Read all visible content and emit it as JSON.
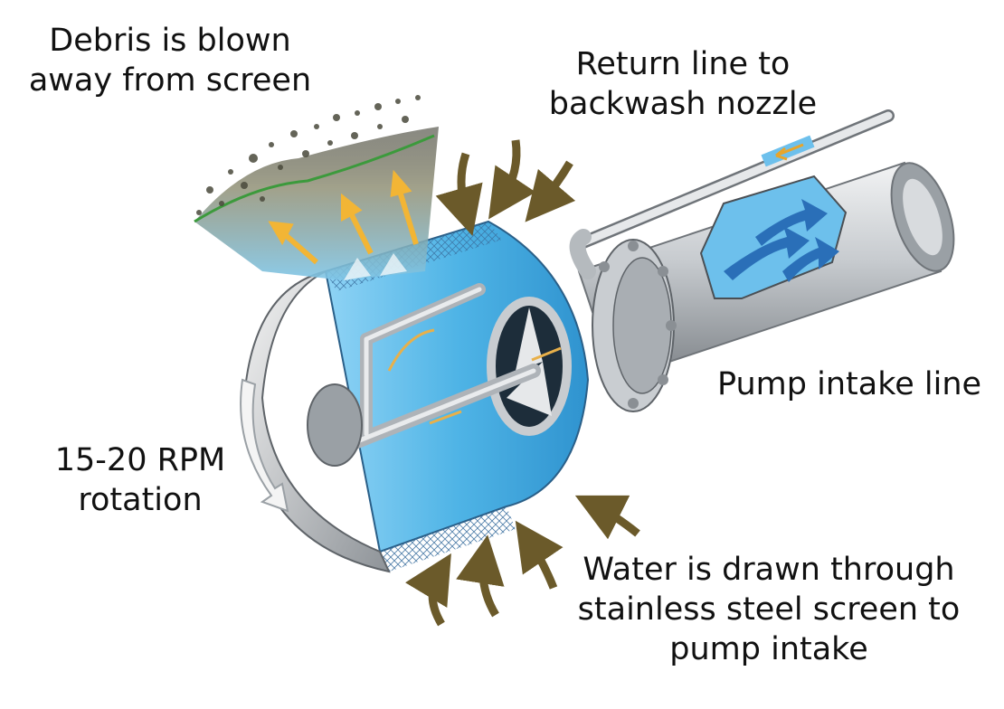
{
  "labels": {
    "debris": [
      "Debris is blown",
      "away from screen"
    ],
    "return_line": [
      "Return line to",
      "backwash nozzle"
    ],
    "pump_intake": "Pump intake line",
    "rotation": [
      "15-20 RPM",
      "rotation"
    ],
    "water": [
      "Water is drawn through",
      "stainless steel screen to",
      "pump intake"
    ]
  },
  "colors": {
    "water": "#5ab8e8",
    "steel": "#b9bec3",
    "arrow_brown": "#6b5a2a",
    "spray": "#f2b535",
    "debris_plant": "#3c9a3c"
  },
  "icons": [
    "inflow-arrow-icon",
    "spray-arrow-icon",
    "rotation-arrow-icon",
    "flow-arrow-icon"
  ]
}
